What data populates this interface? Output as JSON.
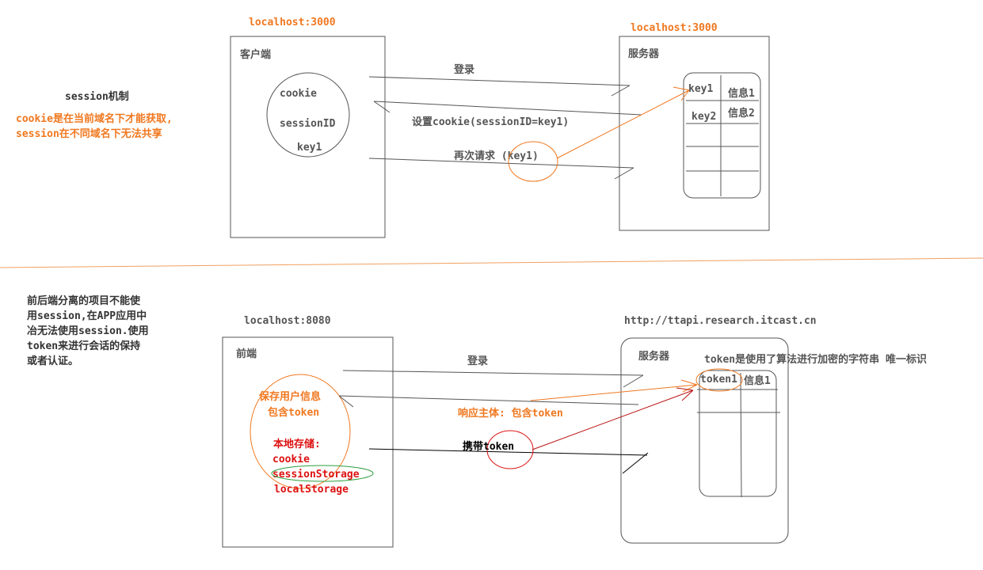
{
  "top": {
    "client_host": "localhost:3000",
    "server_host": "localhost:3000",
    "client_title": "客户端",
    "server_title": "服务器",
    "cookie_label": "cookie",
    "session_id_label": "sessionID",
    "key_label": "key1",
    "arrow_login": "登录",
    "arrow_set_cookie": "设置cookie(sessionID=key1)",
    "arrow_request_again": "再次请求 (key1)",
    "table": {
      "row1_key": "key1",
      "row1_value": "信息1",
      "row2_key": "key2",
      "row2_value": "信息2"
    },
    "note_title": "session机制",
    "note_line1": "cookie是在当前域名下才能获取,",
    "note_line2": "session在不同域名下无法共享"
  },
  "bottom": {
    "frontend_host": "localhost:8080",
    "server_host": "http://ttapi.research.itcast.cn",
    "frontend_title": "前端",
    "server_title": "服务器",
    "note_lines": [
      "前后端分离的项目不能使",
      "用session,在APP应用中",
      "冶无法使用session.使用",
      "token来进行会话的保持",
      "或者认证。"
    ],
    "save_user_info": "保存用户信息",
    "contains_token": "包含token",
    "local_storage_title": "本地存储:",
    "storage_cookie": "cookie",
    "storage_session": "sessionStorage",
    "storage_local": "localStorage",
    "arrow_login": "登录",
    "arrow_response": "响应主体: 包含token",
    "arrow_carry_token": "携带token",
    "token_note": "token是使用了算法进行加密的字符串 唯一标识",
    "table": {
      "row1_key": "token1",
      "row1_value": "信息1"
    }
  },
  "colors": {
    "orange": "#f07820",
    "red": "#dd1111",
    "green": "#2a9d3a",
    "gray": "#555555"
  }
}
